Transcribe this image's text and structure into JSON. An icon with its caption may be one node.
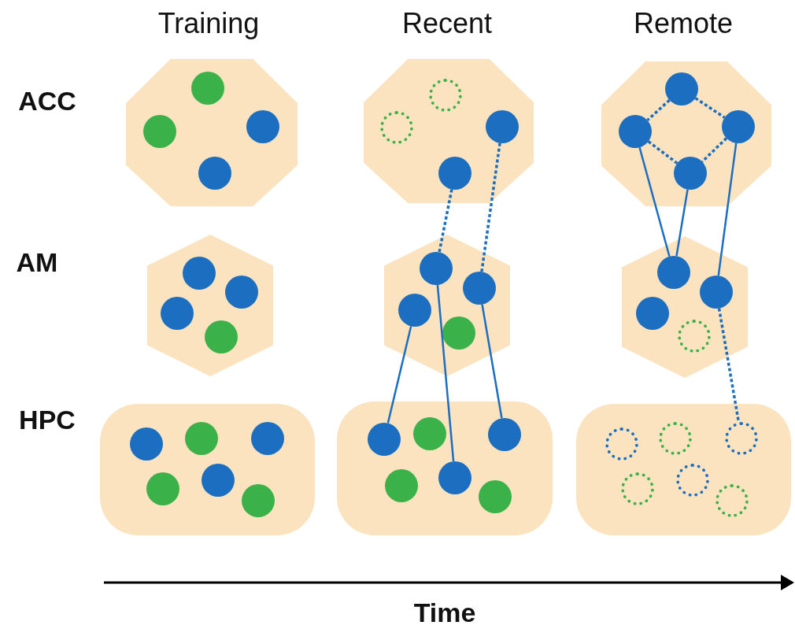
{
  "diagram": {
    "nodes": [
      {
        "text": [],
        "shape": "octagon"
      },
      {
        "text": [],
        "shape": "circle",
        "in": 0
      },
      {
        "text": [],
        "shape": "circle",
        "in": 0
      },
      {
        "text": [],
        "shape": "circle",
        "in": 0
      },
      {
        "text": [],
        "shape": "circle",
        "in": 0
      },
      {
        "text": [],
        "shape": "octagon"
      },
      {
        "text": [],
        "shape": "circle",
        "in": 5
      },
      {
        "text": [],
        "shape": "circle",
        "in": 5
      },
      {
        "text": [],
        "shape": "circle",
        "in": 5
      },
      {
        "text": [],
        "shape": "circle",
        "in": 5
      },
      {
        "text": [],
        "shape": "octagon"
      },
      {
        "text": [],
        "shape": "circle",
        "in": 10
      },
      {
        "text": [],
        "shape": "circle",
        "in": 10
      },
      {
        "text": [],
        "shape": "circle",
        "in": 10
      },
      {
        "text": [],
        "shape": "circle",
        "in": 10
      },
      {
        "text": [],
        "shape": "hexagon"
      },
      {
        "text": [],
        "shape": "circle",
        "in": 15
      },
      {
        "text": [],
        "shape": "circle",
        "in": 15
      },
      {
        "text": [],
        "shape": "circle",
        "in": 15
      },
      {
        "text": [],
        "shape": "circle",
        "in": 15
      },
      {
        "text": [],
        "shape": "hexagon"
      },
      {
        "text": [],
        "shape": "circle",
        "in": 20
      },
      {
        "text": [],
        "shape": "circle",
        "in": 20
      },
      {
        "text": [],
        "shape": "circle",
        "in": 20
      },
      {
        "text": [],
        "shape": "circle",
        "in": 20
      },
      {
        "text": [],
        "shape": "hexagon"
      },
      {
        "text": [],
        "shape": "circle",
        "in": 25
      },
      {
        "text": [],
        "shape": "circle",
        "in": 25
      },
      {
        "text": [],
        "shape": "circle",
        "in": 25
      },
      {
        "text": [],
        "shape": "circle",
        "in": 25
      },
      {
        "text": [],
        "shape": "box"
      },
      {
        "text": [],
        "shape": "circle",
        "in": 30
      },
      {
        "text": [],
        "shape": "circle",
        "in": 30
      },
      {
        "text": [],
        "shape": "circle",
        "in": 30
      },
      {
        "text": [],
        "shape": "circle",
        "in": 30
      },
      {
        "text": [],
        "shape": "circle",
        "in": 30
      },
      {
        "text": [],
        "shape": "circle",
        "in": 30
      },
      {
        "text": [],
        "shape": "box"
      },
      {
        "text": [],
        "shape": "circle",
        "in": 37
      },
      {
        "text": [],
        "shape": "circle",
        "in": 37
      },
      {
        "text": [],
        "shape": "circle",
        "in": 37
      },
      {
        "text": [],
        "shape": "circle",
        "in": 37
      },
      {
        "text": [],
        "shape": "circle",
        "in": 37
      },
      {
        "text": [],
        "shape": "circle",
        "in": 37
      },
      {
        "text": [],
        "shape": "box"
      },
      {
        "text": [],
        "shape": "circle",
        "in": 44
      },
      {
        "text": [],
        "shape": "circle",
        "in": 44
      },
      {
        "text": [],
        "shape": "circle",
        "in": 44
      },
      {
        "text": [],
        "shape": "circle",
        "in": 44
      },
      {
        "text": [],
        "shape": "circle",
        "in": 44
      },
      {
        "text": [],
        "shape": "circle",
        "in": 44
      }
    ],
    "edges": [
      {
        "from": 9,
        "to": 21,
        "arrow": "none",
        "style": "dashed"
      },
      {
        "from": 8,
        "to": 22,
        "arrow": "none",
        "style": "dashed"
      },
      {
        "from": 21,
        "to": 42,
        "arrow": "none"
      },
      {
        "from": 23,
        "to": 38,
        "arrow": "none"
      },
      {
        "from": 22,
        "to": 40,
        "arrow": "none"
      },
      {
        "from": 11,
        "to": 12,
        "arrow": "none",
        "style": "dashed"
      },
      {
        "from": 11,
        "to": 13,
        "arrow": "none",
        "style": "dashed"
      },
      {
        "from": 12,
        "to": 14,
        "arrow": "none",
        "style": "dashed"
      },
      {
        "from": 13,
        "to": 14,
        "arrow": "none",
        "style": "dashed"
      },
      {
        "from": 12,
        "to": 26,
        "arrow": "none"
      },
      {
        "from": 14,
        "to": 26,
        "arrow": "none"
      },
      {
        "from": 13,
        "to": 27,
        "arrow": "none"
      },
      {
        "from": 27,
        "to": 47,
        "arrow": "none",
        "style": "dashed"
      }
    ],
    "labels": [
      "Training",
      "Recent",
      "Remote",
      "ACC",
      "AM",
      "HPC",
      "Time"
    ]
  }
}
